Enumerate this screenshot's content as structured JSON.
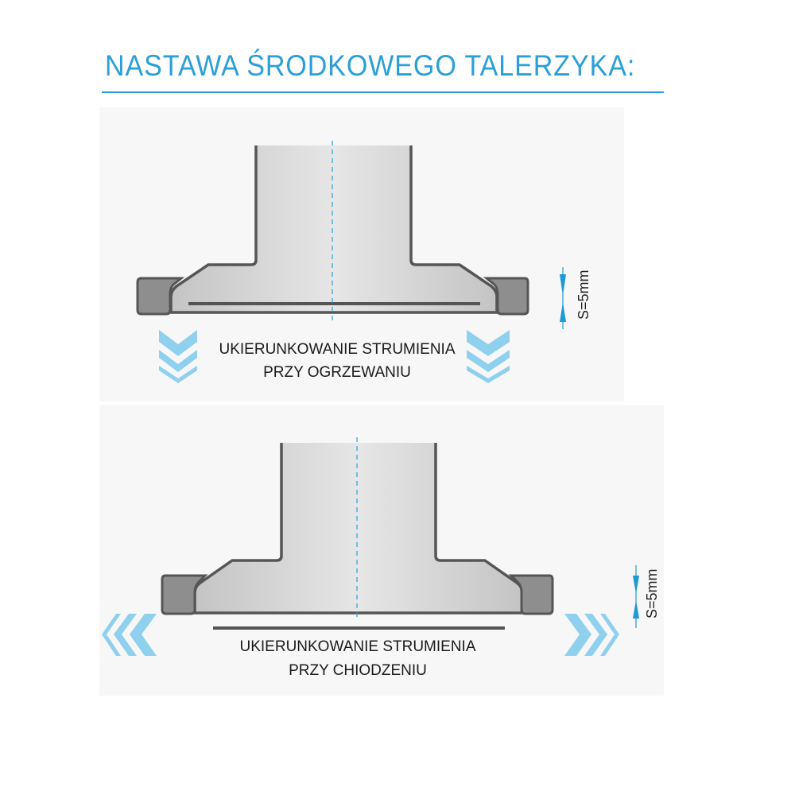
{
  "title": "NASTAWA ŚRODKOWEGO TALERZYKA:",
  "panels": [
    {
      "caption_line1": "UKIERUNKOWANIE STRUMIENIA",
      "caption_line2": "PRZY OGRZEWANIU",
      "gap_label": "S=5mm",
      "flow_direction": "down"
    },
    {
      "caption_line1": "UKIERUNKOWANIE STRUMIENIA",
      "caption_line2": "PRZY CHIODZENIU",
      "gap_label": "S=5mm",
      "flow_direction": "sideways"
    }
  ],
  "colors": {
    "accent": "#2a9fd8",
    "chevron": "#8fd0ef",
    "outline": "#555555"
  }
}
